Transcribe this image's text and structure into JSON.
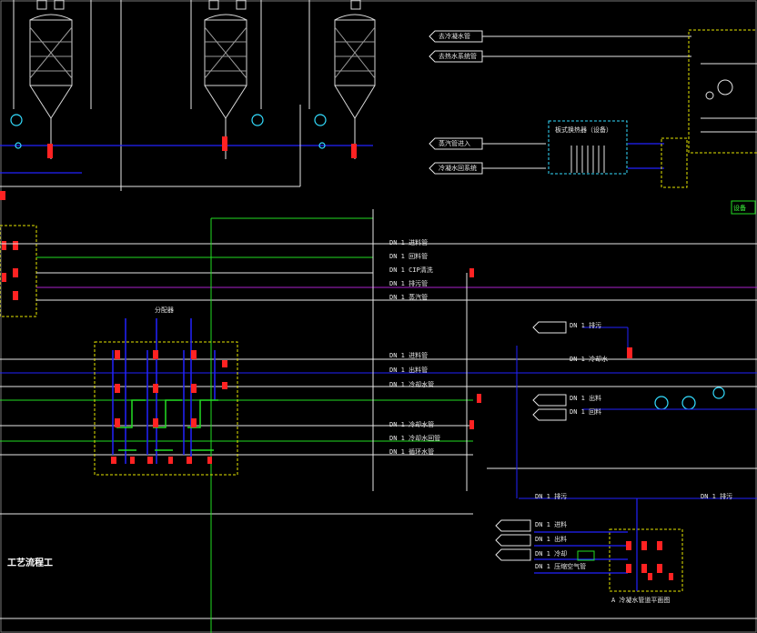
{
  "drawing": {
    "title_text": "工艺流程工",
    "colors": {
      "background": "#000000",
      "line_white": "#e6e6e6",
      "line_blue": "#2222ff",
      "line_green": "#22dd22",
      "line_yellow": "#e6e600",
      "line_red": "#ff2222",
      "line_cyan": "#33ddff",
      "line_magenta": "#aa22cc"
    },
    "pipe_labels_center": [
      "DN 1 进料管",
      "DN 1 回料管",
      "DN 1 CIP清洗",
      "DN 1 排污管",
      "DN 1 蒸汽管"
    ],
    "pipe_labels_mid": [
      "DN 1 进料管",
      "DN 1 出料管",
      "DN 1 冷却水管"
    ],
    "pipe_labels_lower": [
      "DN 1 冷却水管",
      "DN 1 冷却水回管",
      "DN 1 循环水管"
    ],
    "right_labels": [
      "DN 1 排污",
      "DN 1 冷却水",
      "DN 1 出料",
      "DN 1 回料",
      "DN 1 排污",
      "DN 1 排污"
    ],
    "bottom_right_labels": [
      "DN 1 进料",
      "DN 1 出料",
      "DN 1 冷却",
      "DN 1 压缩空气管"
    ],
    "top_right_labels": [
      "去冷凝水管",
      "去热水系统管",
      "蒸汽管进入",
      "冷凝水回系统"
    ],
    "exchanger_label": "板式换热器（设备）",
    "box_label_bottom": "A 冷凝水管道平面图",
    "manifold_label": "分配器",
    "small_box_label": "设备"
  }
}
